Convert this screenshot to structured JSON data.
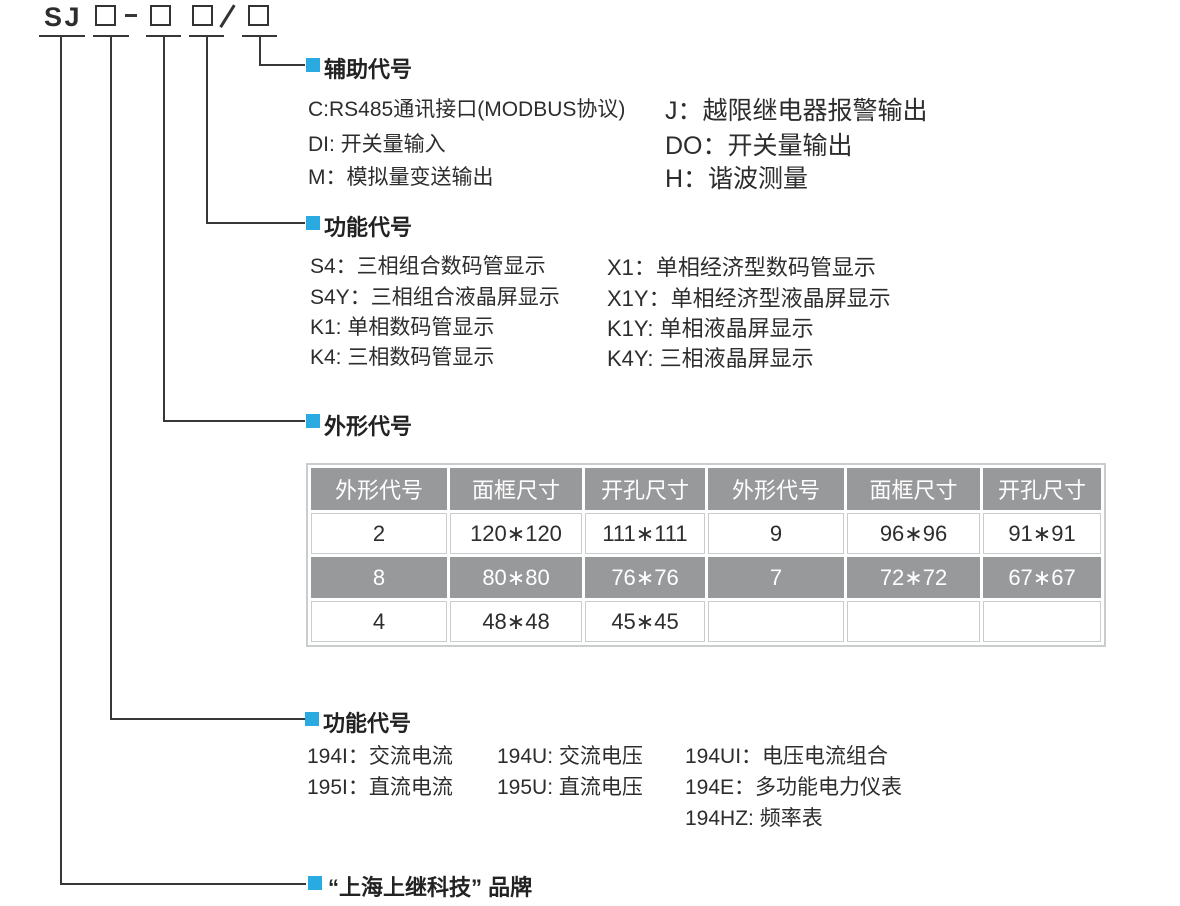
{
  "accent_color": "#29abe2",
  "table_gray": "#98999b",
  "model_code": {
    "prefix": "SJ",
    "dash": "-",
    "slash": "/"
  },
  "sections": {
    "auxiliary": {
      "title": "辅助代号",
      "items": [
        {
          "left": "C:RS485通讯接口(MODBUS协议)",
          "right": "J：越限继电器报警输出"
        },
        {
          "left": "DI: 开关量输入",
          "right": "DO：开关量输出"
        },
        {
          "left": "M：模拟量变送输出",
          "right": "H：谐波测量"
        }
      ]
    },
    "display": {
      "title": "功能代号",
      "items": [
        {
          "left": "S4：三相组合数码管显示",
          "right": "X1：单相经济型数码管显示"
        },
        {
          "left": "S4Y：三相组合液晶屏显示",
          "right": "X1Y：单相经济型液晶屏显示"
        },
        {
          "left": "K1: 单相数码管显示",
          "right": "K1Y: 单相液晶屏显示"
        },
        {
          "left": "K4: 三相数码管显示",
          "right": "K4Y: 三相液晶屏显示"
        }
      ]
    },
    "shape": {
      "title": "外形代号",
      "table": {
        "headers": [
          "外形代号",
          "面框尺寸",
          "开孔尺寸",
          "外形代号",
          "面框尺寸",
          "开孔尺寸"
        ],
        "rows": [
          {
            "cells": [
              "2",
              "120*120",
              "111*111",
              "9",
              "96*96",
              "91*91"
            ],
            "highlight": false
          },
          {
            "cells": [
              "8",
              "80*80",
              "76*76",
              "7",
              "72*72",
              "67*67"
            ],
            "highlight": true
          },
          {
            "cells": [
              "4",
              "48*48",
              "45*45",
              "",
              "",
              ""
            ],
            "highlight": false
          }
        ]
      }
    },
    "function": {
      "title": "功能代号",
      "items": [
        {
          "c1": "194I：交流电流",
          "c2": "194U: 交流电压",
          "c3": "194UI：电压电流组合"
        },
        {
          "c1": "195I：直流电流",
          "c2": "195U: 直流电压",
          "c3": "194E：多功能电力仪表"
        },
        {
          "c1": "",
          "c2": "",
          "c3": "194HZ: 频率表"
        }
      ]
    },
    "brand": {
      "title": "“上海上继科技” 品牌"
    }
  }
}
